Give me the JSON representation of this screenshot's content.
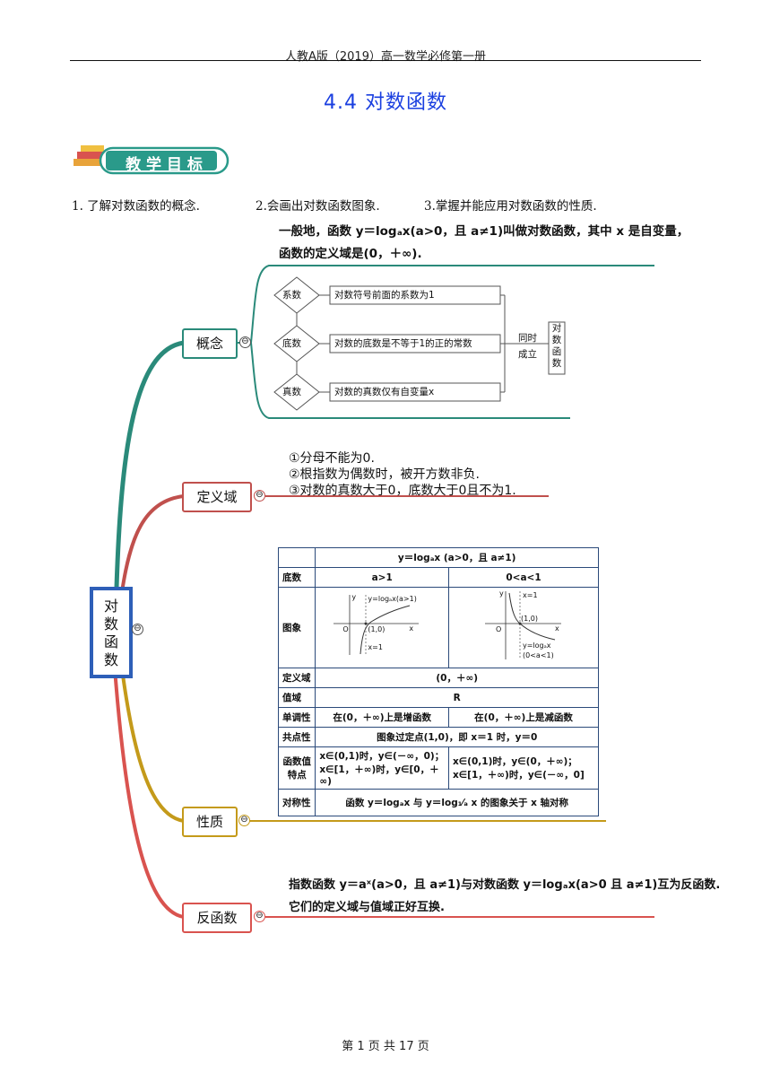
{
  "header": {
    "text": "人教A版（2019）高一数学必修第一册"
  },
  "title": "4.4  对数函数",
  "banner": {
    "label": "教 学 目 标"
  },
  "goals": [
    "1. 了解对数函数的概念.",
    "2.会画出对数函数图象.",
    "3.掌握并能应用对数函数的性质."
  ],
  "root": {
    "chars": [
      "对",
      "数",
      "函",
      "数"
    ]
  },
  "branches": {
    "concept": {
      "label": "概念",
      "intro1": "一般地，函数 y＝logₐx(a>0，且 a≠1)叫做对数函数，其中 x 是自变量，",
      "intro2": "函数的定义域是(0，＋∞).",
      "flow": [
        {
          "diamond": "系数",
          "desc": "对数符号前面的系数为1"
        },
        {
          "diamond": "底数",
          "desc": "对数的底数是不等于1的正的常数"
        },
        {
          "diamond": "真数",
          "desc": "对数的真数仅有自变量x"
        }
      ],
      "together": [
        "同时",
        "成立"
      ],
      "result": [
        "对",
        "数",
        "函",
        "数"
      ]
    },
    "domain": {
      "label": "定义域",
      "items": [
        "①分母不能为0.",
        "②根指数为偶数时，被开方数非负.",
        "③对数的真数大于0，底数大于0且不为1."
      ]
    },
    "properties": {
      "label": "性质",
      "table": {
        "head": "y＝logₐx (a>0，且 a≠1)",
        "base_label": "底数",
        "base_a": "a>1",
        "base_b": "0<a<1",
        "graph_label": "图象",
        "graph_a": {
          "curve": "y=logₐx(a>1)",
          "point": "(1,0)",
          "origin": "O",
          "xaxis": "x",
          "yaxis": "y",
          "line": "x=1"
        },
        "graph_b": {
          "curve": "y=logₐx",
          "cond": "(0<a<1)",
          "point": "(1,0)",
          "origin": "O",
          "xaxis": "x",
          "yaxis": "y",
          "line": "x=1"
        },
        "domain_label": "定义域",
        "domain_val": "(0，＋∞)",
        "range_label": "值域",
        "range_val": "R",
        "mono_label": "单调性",
        "mono_a": "在(0，＋∞)上是增函数",
        "mono_b": "在(0，＋∞)上是减函数",
        "point_label": "共点性",
        "point_val": "图象过定点(1,0)，即 x＝1 时，y＝0",
        "value_label_1": "函数值",
        "value_label_2": "特点",
        "value_a1": "x∈(0,1)时，y∈(－∞，0)；",
        "value_a2": "x∈[1，＋∞)时，y∈[0，＋∞)",
        "value_b1": "x∈(0,1)时，y∈(0，＋∞)；",
        "value_b2": "x∈[1，＋∞)时，y∈(－∞，0]",
        "sym_label": "对称性",
        "sym_val": "函数 y＝logₐx 与 y＝log₁⁄ₐ x 的图象关于 x 轴对称"
      }
    },
    "inverse": {
      "label": "反函数",
      "line1": "指数函数 y＝aˣ(a>0，且 a≠1)与对数函数 y＝logₐx(a>0 且 a≠1)互为反函数.",
      "line2": "它们的定义域与值域正好互换."
    }
  },
  "collapse_symbol": "⊖",
  "footer": "第 1 页 共 17 页",
  "colors": {
    "concept": "#2a8a7a",
    "domain": "#c0504d",
    "properties": "#c49a1a",
    "inverse": "#d9534f",
    "root": "#2e5fb8",
    "title": "#1a3fe0"
  }
}
